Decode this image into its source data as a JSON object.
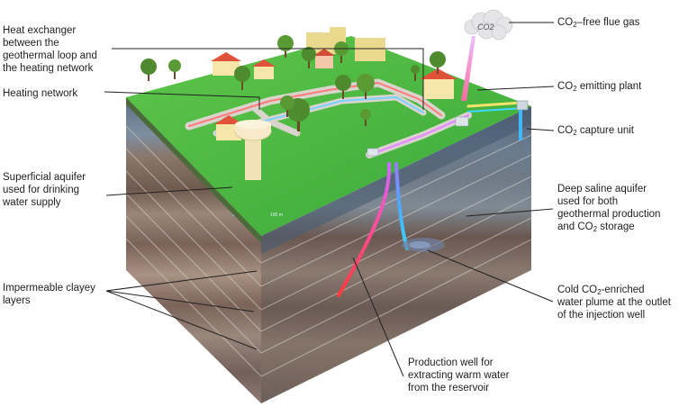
{
  "labels": {
    "heat_exchanger": "Heat exchanger\nbetween the\ngeothermal loop and\nthe heating network",
    "heating_network": "Heating network",
    "superficial_aquifer": "Superficial aquifer\nused for drinking\nwater supply",
    "impermeable_layers": "Impermeable clayey\nlayers",
    "production_well": "Production well for\nextracting warm water\nfrom the reservoir",
    "co2_free_flue_gas": {
      "pre": "CO",
      "sub": "2",
      "post": "–free flue gas"
    },
    "co2_emitting_plant": {
      "pre": "CO",
      "sub": "2",
      "post": " emitting plant"
    },
    "co2_capture_unit": {
      "pre": "CO",
      "sub": "2",
      "post": " capture unit"
    },
    "deep_saline_aquifer": {
      "pre": "Deep saline aquifer\nused for both\ngeothermal production\nand CO",
      "sub": "2",
      "post": " storage"
    },
    "cold_plume": {
      "pre": "Cold CO",
      "sub": "2",
      "post": "-enriched\nwater plume at the outlet\nof the injection well"
    }
  },
  "diagram_text": {
    "smoke_label": "CO2",
    "depth_marker": "100 m"
  }
}
